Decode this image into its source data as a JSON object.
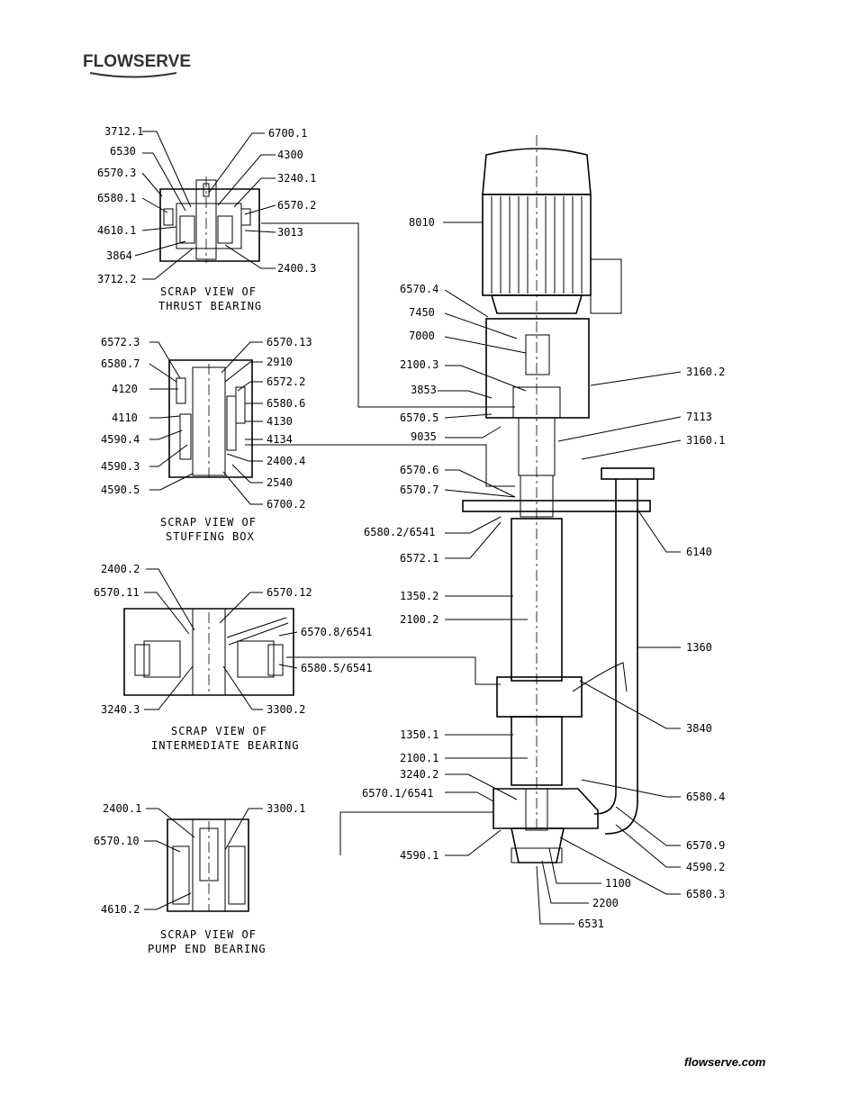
{
  "header": {
    "logo_text": "FLOWSERVE"
  },
  "footer": {
    "site": "flowserve.com"
  },
  "scrap_views": {
    "thrust": {
      "line1": "SCRAP VIEW OF",
      "line2": "THRUST BEARING"
    },
    "stuffing": {
      "line1": "SCRAP VIEW OF",
      "line2": "STUFFING BOX"
    },
    "intermediate": {
      "line1": "SCRAP VIEW OF",
      "line2": "INTERMEDIATE BEARING"
    },
    "pump_end": {
      "line1": "SCRAP VIEW OF",
      "line2": "PUMP END BEARING"
    }
  },
  "labels": {
    "l3712_1": "3712.1",
    "l6530": "6530",
    "l6570_3": "6570.3",
    "l6580_1": "6580.1",
    "l4610_1": "4610.1",
    "l3864": "3864",
    "l3712_2": "3712.2",
    "l6700_1": "6700.1",
    "l4300": "4300",
    "l3240_1": "3240.1",
    "l6570_2": "6570.2",
    "l3013": "3013",
    "l2400_3": "2400.3",
    "l6572_3": "6572.3",
    "l6580_7": "6580.7",
    "l4120": "4120",
    "l4110": "4110",
    "l4590_4": "4590.4",
    "l4590_3": "4590.3",
    "l4590_5": "4590.5",
    "l6570_13": "6570.13",
    "l2910": "2910",
    "l6572_2": "6572.2",
    "l6580_6": "6580.6",
    "l4130": "4130",
    "l4134": "4134",
    "l2400_4": "2400.4",
    "l2540": "2540",
    "l6700_2": "6700.2",
    "l2400_2": "2400.2",
    "l6570_11": "6570.11",
    "l6570_12": "6570.12",
    "l6570_8": "6570.8/6541",
    "l6580_5": "6580.5/6541",
    "l3240_3": "3240.3",
    "l3300_2": "3300.2",
    "l2400_1": "2400.1",
    "l3300_1": "3300.1",
    "l6570_10": "6570.10",
    "l4610_2": "4610.2",
    "l8010": "8010",
    "l6570_4": "6570.4",
    "l7450": "7450",
    "l7000": "7000",
    "l2100_3": "2100.3",
    "l3853": "3853",
    "l6570_5": "6570.5",
    "l9035": "9035",
    "l6570_6": "6570.6",
    "l6570_7": "6570.7",
    "l6580_2": "6580.2/6541",
    "l6572_1": "6572.1",
    "l1350_2": "1350.2",
    "l2100_2": "2100.2",
    "l1350_1": "1350.1",
    "l2100_1": "2100.1",
    "l3240_2": "3240.2",
    "l6570_1": "6570.1/6541",
    "l4590_1": "4590.1",
    "l3160_2": "3160.2",
    "l7113": "7113",
    "l3160_1": "3160.1",
    "l6140": "6140",
    "l1360": "1360",
    "l3840": "3840",
    "l6580_4": "6580.4",
    "l6570_9": "6570.9",
    "l4590_2": "4590.2",
    "l1100": "1100",
    "l2200": "2200",
    "l6580_3": "6580.3",
    "l6531": "6531"
  }
}
